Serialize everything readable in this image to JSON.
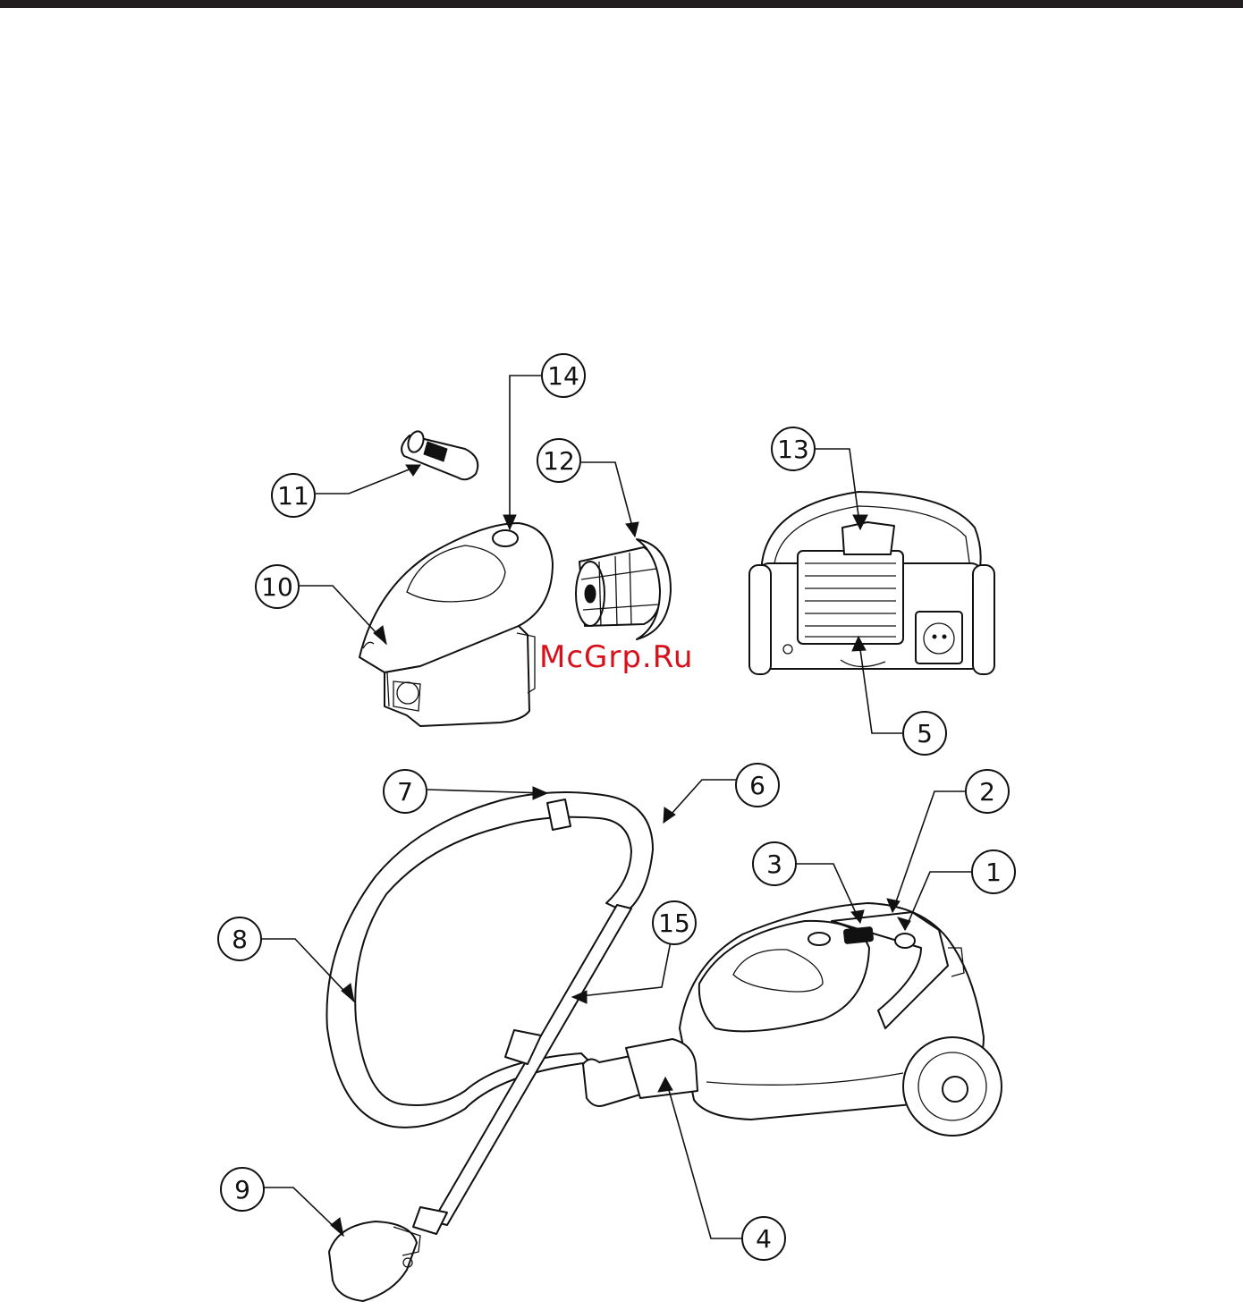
{
  "watermark": "McGrp.Ru",
  "callouts": [
    {
      "id": "1",
      "label": "1"
    },
    {
      "id": "2",
      "label": "2"
    },
    {
      "id": "3",
      "label": "3"
    },
    {
      "id": "4",
      "label": "4"
    },
    {
      "id": "5",
      "label": "5"
    },
    {
      "id": "6",
      "label": "6"
    },
    {
      "id": "7",
      "label": "7"
    },
    {
      "id": "8",
      "label": "8"
    },
    {
      "id": "9",
      "label": "9"
    },
    {
      "id": "10",
      "label": "10"
    },
    {
      "id": "11",
      "label": "11"
    },
    {
      "id": "12",
      "label": "12"
    },
    {
      "id": "13",
      "label": "13"
    },
    {
      "id": "14",
      "label": "14"
    },
    {
      "id": "15",
      "label": "15"
    }
  ],
  "colors": {
    "line": "#111111",
    "rule": "#231f20",
    "watermark": "#d8101a"
  }
}
